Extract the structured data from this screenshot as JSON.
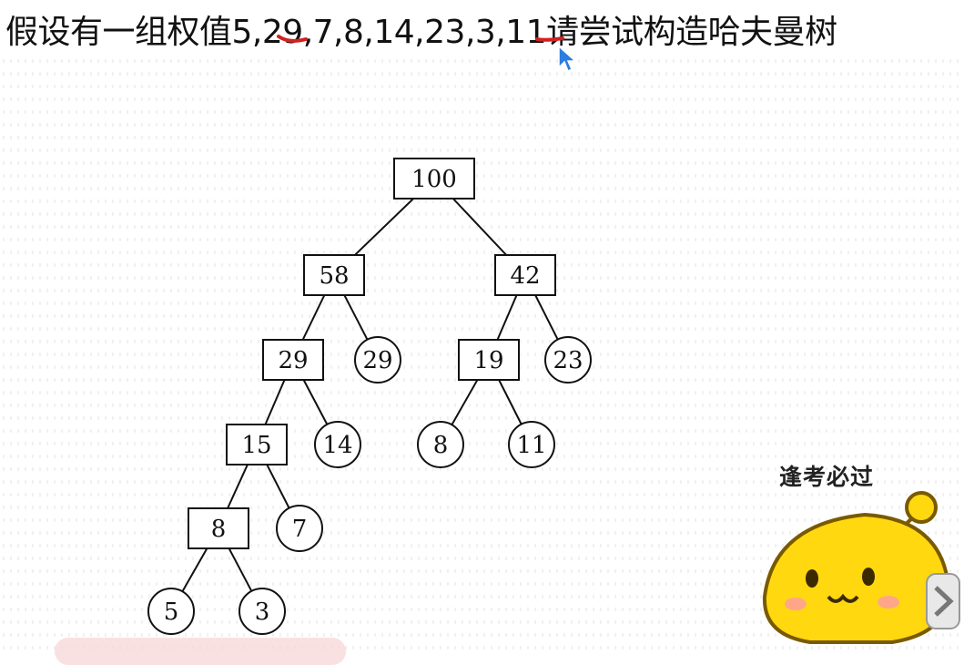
{
  "question": {
    "prefix": "假设有一组权值",
    "weights": [
      "5",
      "29",
      "7",
      "8",
      "14",
      "23",
      "3",
      "11"
    ],
    "suffix": "请尝试构造哈夫曼树"
  },
  "brand": {
    "label": "逢考必过"
  },
  "colors": {
    "underline": "#d42020",
    "mascot_yellow": "#ffd810",
    "cursor": "#2a7de1"
  },
  "tree": {
    "nodes": [
      {
        "id": "n100",
        "label": "100",
        "kind": "internal"
      },
      {
        "id": "n58",
        "label": "58",
        "kind": "internal"
      },
      {
        "id": "n42",
        "label": "42",
        "kind": "internal"
      },
      {
        "id": "n29i",
        "label": "29",
        "kind": "internal"
      },
      {
        "id": "n29l",
        "label": "29",
        "kind": "leaf"
      },
      {
        "id": "n19",
        "label": "19",
        "kind": "internal"
      },
      {
        "id": "n23",
        "label": "23",
        "kind": "leaf"
      },
      {
        "id": "n15",
        "label": "15",
        "kind": "internal"
      },
      {
        "id": "n14",
        "label": "14",
        "kind": "leaf"
      },
      {
        "id": "n8l",
        "label": "8",
        "kind": "leaf"
      },
      {
        "id": "n11",
        "label": "11",
        "kind": "leaf"
      },
      {
        "id": "n8i",
        "label": "8",
        "kind": "internal"
      },
      {
        "id": "n7",
        "label": "7",
        "kind": "leaf"
      },
      {
        "id": "n5",
        "label": "5",
        "kind": "leaf"
      },
      {
        "id": "n3",
        "label": "3",
        "kind": "leaf"
      }
    ],
    "edges": [
      [
        "n100",
        "n58"
      ],
      [
        "n100",
        "n42"
      ],
      [
        "n58",
        "n29i"
      ],
      [
        "n58",
        "n29l"
      ],
      [
        "n42",
        "n19"
      ],
      [
        "n42",
        "n23"
      ],
      [
        "n29i",
        "n15"
      ],
      [
        "n29i",
        "n14"
      ],
      [
        "n19",
        "n8l"
      ],
      [
        "n19",
        "n11"
      ],
      [
        "n15",
        "n8i"
      ],
      [
        "n15",
        "n7"
      ],
      [
        "n8i",
        "n5"
      ],
      [
        "n8i",
        "n3"
      ]
    ]
  }
}
